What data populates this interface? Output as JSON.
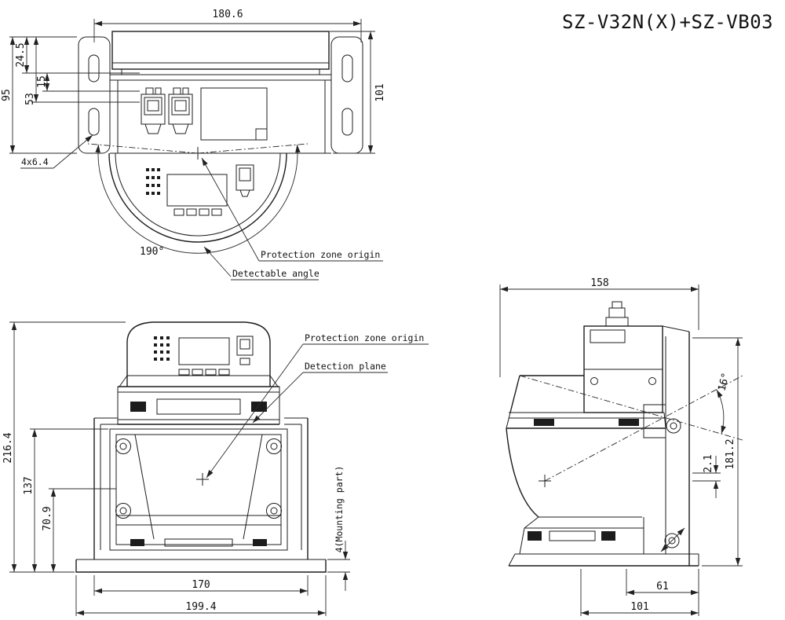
{
  "title": "SZ-V32N(X)+SZ-VB03",
  "top_view": {
    "dim_width": "180.6",
    "dim_24_5": "24.5",
    "dim_15": "15",
    "dim_53": "53",
    "dim_95": "95",
    "dim_101": "101",
    "dim_slot": "4x6.4",
    "dim_angle": "190°",
    "label_origin": "Protection zone origin",
    "label_angle": "Detectable angle"
  },
  "front_view": {
    "dim_height": "216.4",
    "dim_137": "137",
    "dim_70_9": "70.9",
    "dim_170": "170",
    "dim_199_4": "199.4",
    "dim_mounting": "4(Mounting part)",
    "label_origin": "Protection zone origin",
    "label_plane": "Detection plane"
  },
  "side_view": {
    "dim_width": "158",
    "dim_181_2": "181.2",
    "dim_2_1": "2.1",
    "dim_angle": "16°",
    "dim_61": "61",
    "dim_101": "101"
  }
}
